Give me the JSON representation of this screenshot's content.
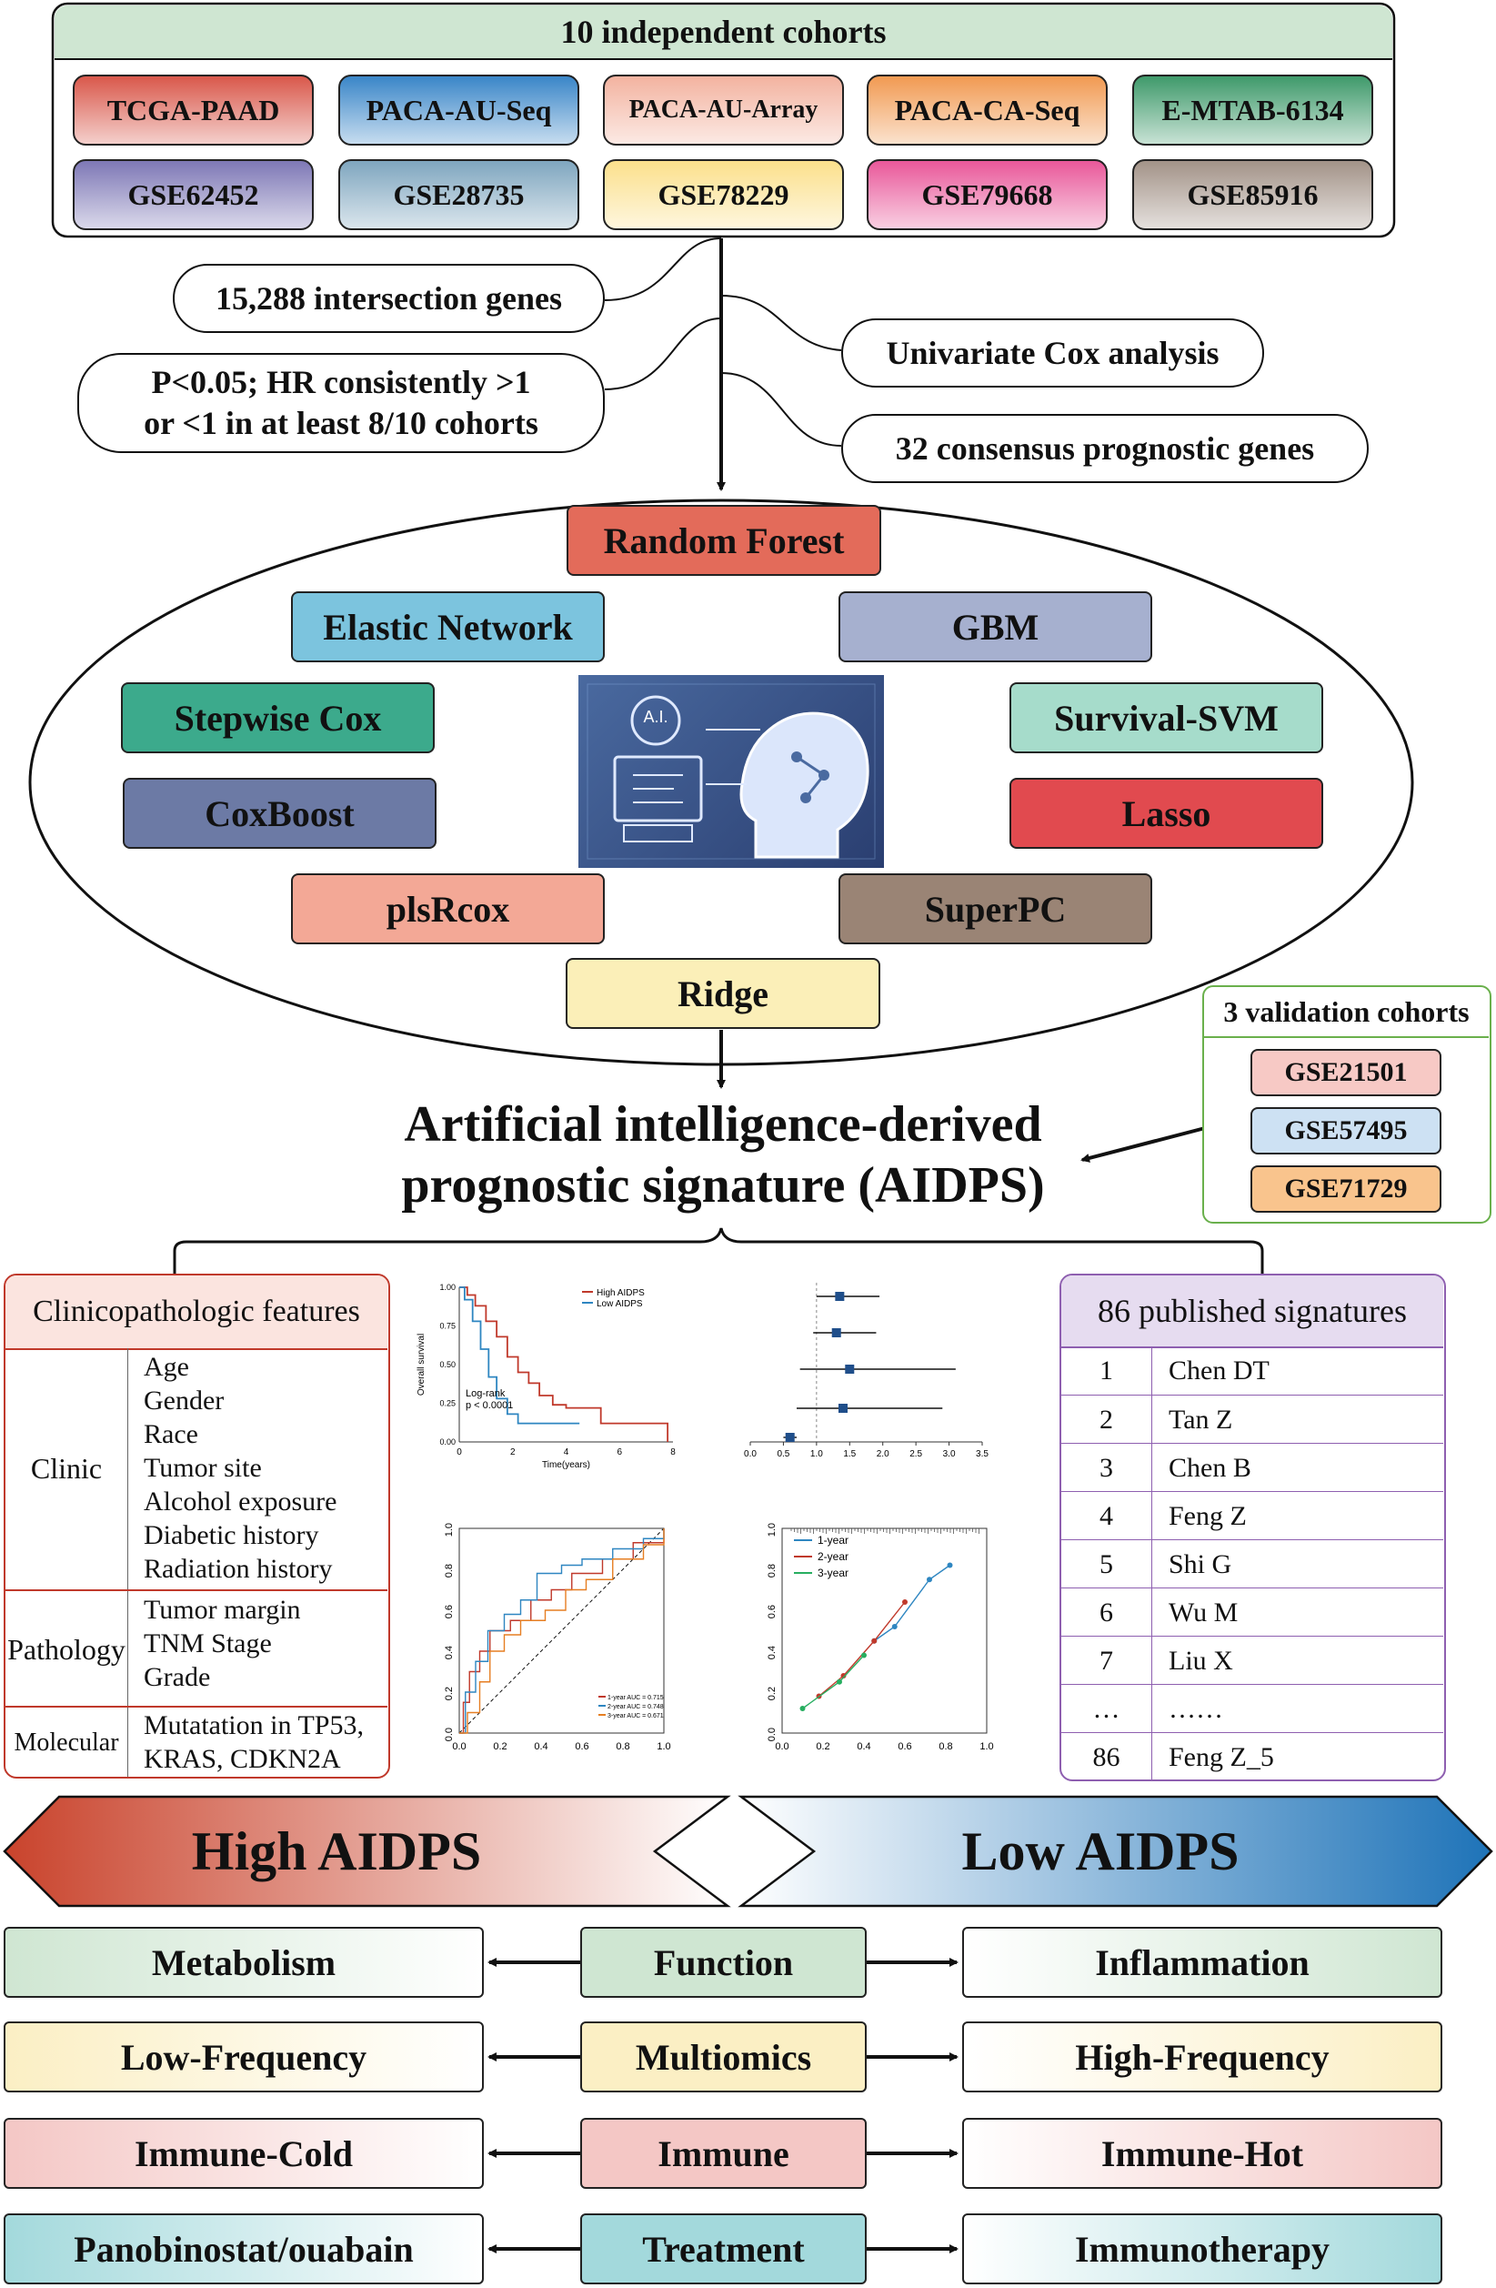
{
  "cohorts": {
    "header": "10 independent cohorts",
    "items": [
      {
        "label": "TCGA-PAAD",
        "color": "#d9584b"
      },
      {
        "label": "PACA-AU-Seq",
        "color": "#3a86c8"
      },
      {
        "label": "PACA-AU-Array",
        "color": "#f3b3a0"
      },
      {
        "label": "PACA-CA-Seq",
        "color": "#f19a52"
      },
      {
        "label": "E-MTAB-6134",
        "color": "#3f9a6b"
      },
      {
        "label": "GSE62452",
        "color": "#7e78b6"
      },
      {
        "label": "GSE28735",
        "color": "#7fa6bf"
      },
      {
        "label": "GSE78229",
        "color": "#fbe08c"
      },
      {
        "label": "GSE79668",
        "color": "#e9589a"
      },
      {
        "label": "GSE85916",
        "color": "#a39388"
      }
    ]
  },
  "flow": {
    "intersection": "15,288 intersection genes",
    "criteria_line1": "P<0.05; HR consistently >1",
    "criteria_line2": "or  <1 in at least 8/10 cohorts",
    "univariate": "Univariate Cox analysis",
    "consensus": "32 consensus prognostic genes"
  },
  "algorithms": [
    {
      "label": "Random Forest",
      "color": "#e36b5a"
    },
    {
      "label": "Elastic Network",
      "color": "#7cc4de"
    },
    {
      "label": "GBM",
      "color": "#a6b0cf"
    },
    {
      "label": "Stepwise Cox",
      "color": "#3caa8c"
    },
    {
      "label": "Survival-SVM",
      "color": "#a6dccb"
    },
    {
      "label": "CoxBoost",
      "color": "#6c7aa5"
    },
    {
      "label": "Lasso",
      "color": "#e14a4f"
    },
    {
      "label": "plsRcox",
      "color": "#f3a896"
    },
    {
      "label": "SuperPC",
      "color": "#9a8475"
    },
    {
      "label": "Ridge",
      "color": "#fbefb8"
    }
  ],
  "ai_badge": "A.I.",
  "validation": {
    "header": "3 validation cohorts",
    "items": [
      {
        "label": "GSE21501",
        "color": "#f7c9c5"
      },
      {
        "label": "GSE57495",
        "color": "#cde1f3"
      },
      {
        "label": "GSE71729",
        "color": "#f9c48d"
      }
    ]
  },
  "signature": {
    "line1": "Artificial intelligence-derived",
    "line2": "prognostic signature (AIDPS)"
  },
  "clinico": {
    "header": "Clinicopathologic features",
    "groups": [
      {
        "name": "Clinic",
        "items": [
          "Age",
          "Gender",
          "Race",
          "Tumor site",
          "Alcohol exposure",
          "Diabetic history",
          "Radiation history"
        ]
      },
      {
        "name": "Pathology",
        "items": [
          "Tumor margin",
          "TNM Stage",
          "Grade"
        ]
      },
      {
        "name": "Molecular",
        "items": [
          "Mutatation in TP53,",
          "KRAS, CDKN2A"
        ]
      }
    ]
  },
  "km_plot": {
    "ylabel": "Overall survival",
    "xlabel": "Time(years)",
    "legend": [
      "High AIDPS",
      "Low AIDPS"
    ],
    "annotation1": "Log-rank",
    "annotation2": "p < 0.0001",
    "xticks": [
      "0",
      "2",
      "4",
      "6",
      "8"
    ],
    "yticks": [
      "0.00",
      "0.25",
      "0.50",
      "0.75",
      "1.00"
    ]
  },
  "forest_plot": {
    "xticks": [
      "0.0",
      "0.5",
      "1.0",
      "1.5",
      "2.0",
      "2.5",
      "3.0",
      "3.5"
    ]
  },
  "roc_plot": {
    "legend": [
      "1-year AUC = 0.715",
      "2-year AUC = 0.748",
      "3-year AUC = 0.671"
    ],
    "xticks": [
      "0.0",
      "0.2",
      "0.4",
      "0.6",
      "0.8",
      "1.0"
    ],
    "yticks": [
      "0.0",
      "0.2",
      "0.4",
      "0.6",
      "0.8",
      "1.0"
    ]
  },
  "calib_plot": {
    "legend": [
      "1-year",
      "2-year",
      "3-year"
    ],
    "xticks": [
      "0.0",
      "0.2",
      "0.4",
      "0.6",
      "0.8",
      "1.0"
    ],
    "yticks": [
      "0.0",
      "0.2",
      "0.4",
      "0.6",
      "0.8",
      "1.0"
    ]
  },
  "published": {
    "header": "86 published signatures",
    "rows": [
      {
        "n": "1",
        "name": "Chen DT"
      },
      {
        "n": "2",
        "name": "Tan Z"
      },
      {
        "n": "3",
        "name": "Chen B"
      },
      {
        "n": "4",
        "name": "Feng Z"
      },
      {
        "n": "5",
        "name": "Shi G"
      },
      {
        "n": "6",
        "name": "Wu M"
      },
      {
        "n": "7",
        "name": "Liu X"
      },
      {
        "n": "…",
        "name": "……"
      },
      {
        "n": "86",
        "name": "Feng Z_5"
      }
    ]
  },
  "banners": {
    "high": "High AIDPS",
    "low": "Low AIDPS"
  },
  "outcomes": [
    {
      "left": "Metabolism",
      "center": "Function",
      "right": "Inflammation",
      "color": "#cfe6d2"
    },
    {
      "left": "Low-Frequency",
      "center": "Multiomics",
      "right": "High-Frequency",
      "color": "#fbefc4"
    },
    {
      "left": "Immune-Cold",
      "center": "Immune",
      "right": "Immune-Hot",
      "color": "#f4c7c5"
    },
    {
      "left": "Panobinostat/ouabain",
      "center": "Treatment",
      "right": "Immunotherapy",
      "color": "#a3d9dc"
    }
  ]
}
